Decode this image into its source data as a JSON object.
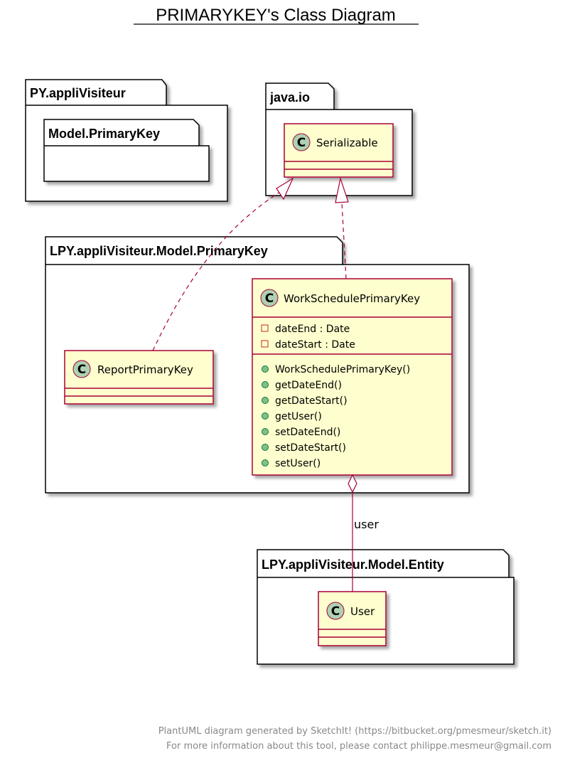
{
  "title": "PRIMARYKEY's Class Diagram",
  "colors": {
    "class_fill": "#FEFECE",
    "class_border": "#A80036",
    "circle_fill": "#ADD1B2",
    "package_fill": "#FFFFFF",
    "package_border": "#000000"
  },
  "packages": {
    "py_appli": {
      "label": "PY.appliVisiteur"
    },
    "py_model_pk": {
      "label": "Model.PrimaryKey"
    },
    "java_io": {
      "label": "java.io"
    },
    "lpy_pk": {
      "label": "LPY.appliVisiteur.Model.PrimaryKey"
    },
    "lpy_entity": {
      "label": "LPY.appliVisiteur.Model.Entity"
    }
  },
  "classes": {
    "serializable": {
      "stereo": "C",
      "name": "Serializable"
    },
    "work_schedule_pk": {
      "stereo": "C",
      "name": "WorkSchedulePrimaryKey",
      "fields": [
        "dateEnd : Date",
        "dateStart : Date"
      ],
      "methods": [
        "WorkSchedulePrimaryKey()",
        "getDateEnd()",
        "getDateStart()",
        "getUser()",
        "setDateEnd()",
        "setDateStart()",
        "setUser()"
      ]
    },
    "report_pk": {
      "stereo": "C",
      "name": "ReportPrimaryKey"
    },
    "user": {
      "stereo": "C",
      "name": "User"
    }
  },
  "relations": {
    "aggregation_label": "user"
  },
  "footer": {
    "line1": "PlantUML diagram generated by SketchIt! (https://bitbucket.org/pmesmeur/sketch.it)",
    "line2": "For more information about this tool, please contact philippe.mesmeur@gmail.com"
  }
}
